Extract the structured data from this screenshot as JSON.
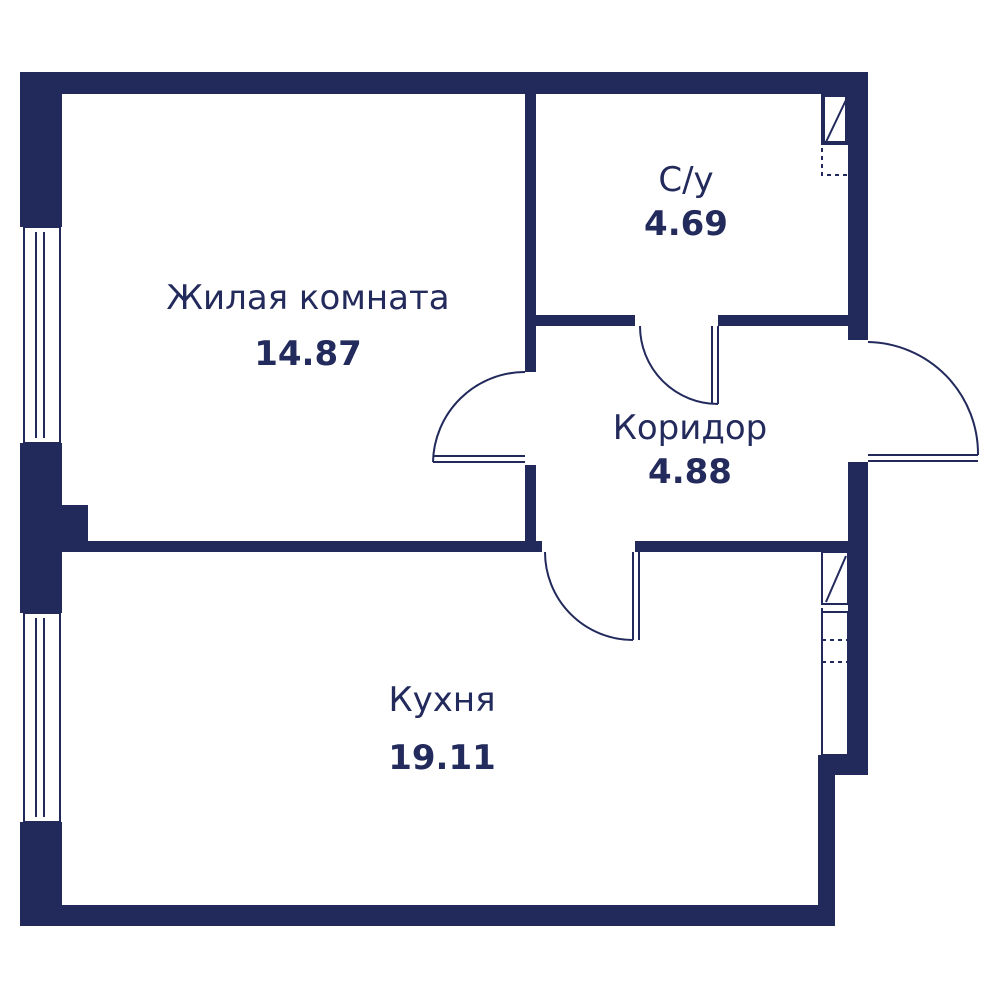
{
  "colors": {
    "wall": "#222a5c",
    "text": "#232a5c",
    "background": "#ffffff"
  },
  "rooms": {
    "living": {
      "name": "Жилая комната",
      "area": "14.87"
    },
    "bathroom": {
      "name": "С/у",
      "area": "4.69"
    },
    "corridor": {
      "name": "Коридор",
      "area": "4.88"
    },
    "kitchen": {
      "name": "Кухня",
      "area": "19.11"
    }
  }
}
